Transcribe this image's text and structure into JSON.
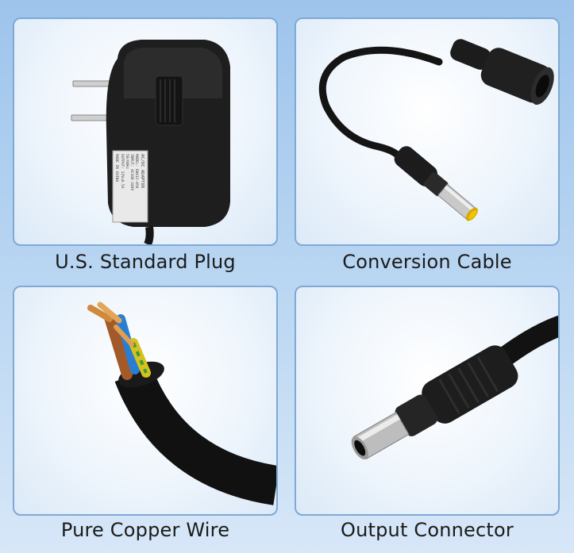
{
  "panels": [
    {
      "caption": "U.S. Standard Plug",
      "image": "power-adapter-plug"
    },
    {
      "caption": "Conversion Cable",
      "image": "dc-conversion-cable"
    },
    {
      "caption": "Pure Copper Wire",
      "image": "cut-copper-wire"
    },
    {
      "caption": "Output Connector",
      "image": "dc-output-connector"
    }
  ],
  "adapter_label": {
    "line1": "AC/DC ADAPTOR",
    "line2": "MODEL: D0612-050",
    "line3": "INPUT: AC100-240V",
    "line4": "50/60Hz",
    "line5": "OUTPUT: 12V=0.5A",
    "line6": "MADE IN CHINA"
  },
  "colors": {
    "background_top": "#9ec4ec",
    "panel_border": "#7fa9d6",
    "connector_tip": "#f2c400"
  }
}
